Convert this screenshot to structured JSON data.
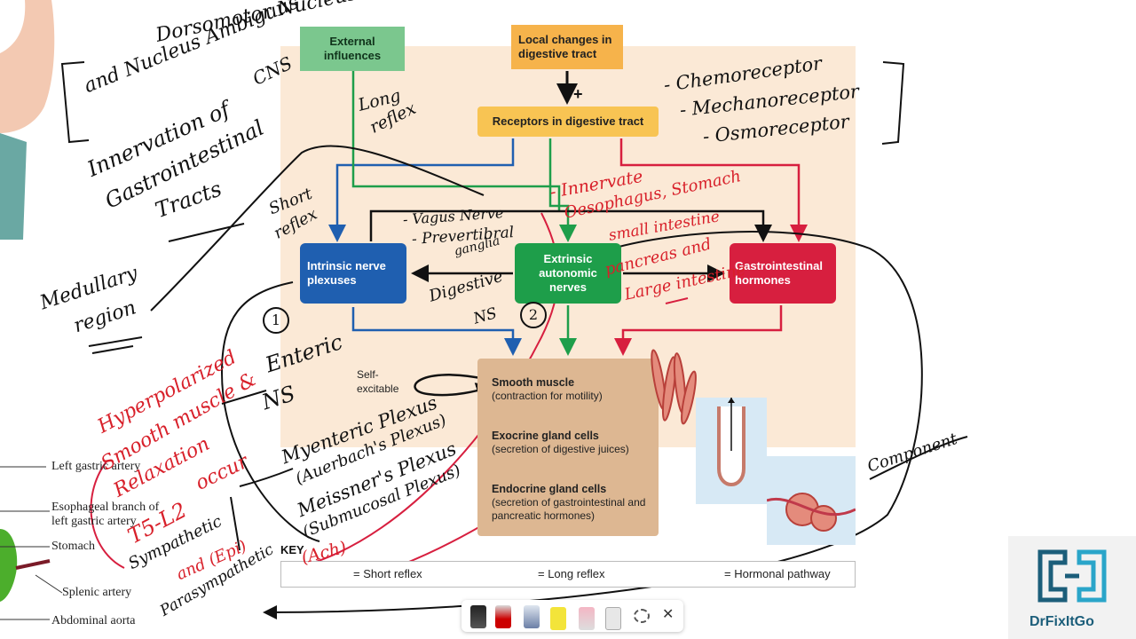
{
  "diagram": {
    "external_influences": "External influences",
    "local_changes": "Local changes in digestive tract",
    "plus_sign": "+",
    "receptors": "Receptors in digestive tract",
    "intrinsic": "Intrinsic nerve plexuses",
    "extrinsic": "Extrinsic autonomic nerves",
    "gi_hormones": "Gastrointestinal hormones",
    "self_excitable": "Self-excitable",
    "effectors": [
      {
        "title": "Smooth muscle",
        "desc": "(contraction for motility)"
      },
      {
        "title": "Exocrine gland cells",
        "desc": "(secretion of digestive juices)"
      },
      {
        "title": "Endocrine gland cells",
        "desc": "(secretion of gastrointestinal and pancreatic hormones)"
      }
    ],
    "key": {
      "title": "KEY",
      "short_reflex": "= Short reflex",
      "long_reflex": "= Long reflex",
      "hormonal": "= Hormonal pathway"
    },
    "colors": {
      "short": "#1f5fb0",
      "long": "#1e9e4a",
      "hormonal": "#d71f3f",
      "beige": "#fbe9d6",
      "effector_box": "#ddb792"
    }
  },
  "anatomy_labels": {
    "left_gastric_artery": "Left gastric artery",
    "esophageal_branch": "Esophageal branch of left gastric artery",
    "stomach": "Stomach",
    "splenic_artery": "Splenic artery",
    "abdominal_aorta": "Abdominal aorta"
  },
  "annotations": {
    "dmv": "Dorsomotor Nucleus (DMV)",
    "ambiguus": "and Nucleus Ambiguus",
    "cns": "CNS",
    "innervation1": "Innervation of",
    "innervation2": "Gastrointestinal",
    "innervation3": "Tracts",
    "medullary1": "Medullary",
    "medullary2": "region",
    "long_reflex1": "Long",
    "long_reflex2": "reflex",
    "short_reflex1": "Short",
    "short_reflex2": "reflex",
    "chemo": "- Chemoreceptor",
    "mechano": "- Mechanoreceptor",
    "osmo": "- Osmoreceptor",
    "vagus": "- Vagus Nerve",
    "prevertebral1": "- Prevertibral",
    "prevertebral2": "ganglia",
    "innervate": "- Innervate",
    "oesophagus": "Oesophagus, Stomach",
    "small_intestine": "small intestine",
    "pancreas": "pancreas and",
    "large_intestine": "Large intestine",
    "digestive_ns1": "Digestive",
    "digestive_ns2": "NS",
    "circle1": "1",
    "circle2": "2",
    "enteric1": "Enteric",
    "enteric2": "NS",
    "hyperpolarized": "Hyperpolarized",
    "smooth_muscle": "Smooth muscle &",
    "relaxation": "Relaxation",
    "occur": "occur",
    "t5l2": "T5-L2",
    "myenteric": "Myenteric Plexus",
    "auerbach": "(Auerbach's Plexus)",
    "meissner": "Meissner's Plexus",
    "submucosal": "(Submucosal Plexus)",
    "sympathetic": "Sympathetic",
    "and_epi": "and (Epi)",
    "parasympathetic": "Parasympathetic",
    "ach": "(Ach)",
    "component": "Component"
  },
  "watermark": {
    "brand": "DrFixItGo"
  },
  "toolbar": {
    "close_label": "✕"
  }
}
